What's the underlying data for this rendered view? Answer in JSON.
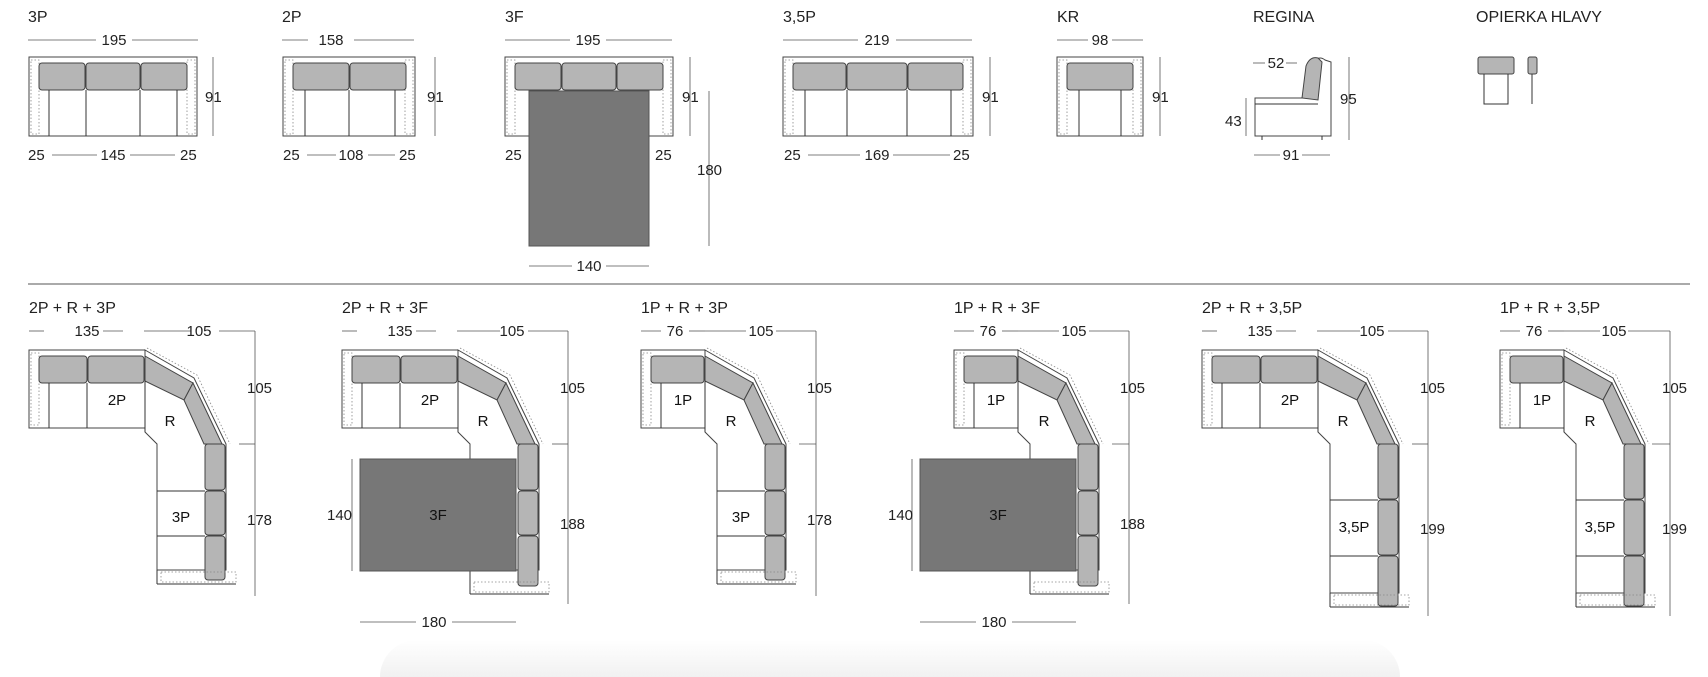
{
  "models": [
    {
      "name": "3P",
      "width": "195",
      "depth": "91",
      "arm_left": "25",
      "inner": "145",
      "arm_right": "25"
    },
    {
      "name": "2P",
      "width": "158",
      "depth": "91",
      "arm_left": "25",
      "inner": "108",
      "arm_right": "25"
    },
    {
      "name": "3F",
      "width": "195",
      "depth": "91",
      "arm_left": "25",
      "arm_right": "25",
      "bed_length": "180",
      "bed_width": "140"
    },
    {
      "name": "3,5P",
      "width": "219",
      "depth": "91",
      "arm_left": "25",
      "inner": "169",
      "arm_right": "25"
    },
    {
      "name": "KR",
      "width": "98",
      "depth": "91"
    }
  ],
  "regina": {
    "name": "REGINA",
    "top": "52",
    "seat_height": "43",
    "height": "95",
    "depth": "91"
  },
  "headrest": {
    "name": "OPIERKA HLAVY"
  },
  "corners": [
    {
      "name": "2P + R + 3P",
      "top": "135",
      "corner": "105",
      "side": "105",
      "length": "178",
      "labels": [
        "2P",
        "R",
        "3P"
      ]
    },
    {
      "name": "2P + R + 3F",
      "top": "135",
      "corner": "105",
      "side": "105",
      "length": "188",
      "labels": [
        "2P",
        "R",
        "3F"
      ],
      "bed_w": "140",
      "bed_l": "180"
    },
    {
      "name": "1P + R + 3P",
      "top": "76",
      "corner": "105",
      "side": "105",
      "length": "178",
      "labels": [
        "1P",
        "R",
        "3P"
      ]
    },
    {
      "name": "1P + R + 3F",
      "top": "76",
      "corner": "105",
      "side": "105",
      "length": "188",
      "labels": [
        "1P",
        "R",
        "3F"
      ],
      "bed_w": "140",
      "bed_l": "180"
    },
    {
      "name": "2P + R + 3,5P",
      "top": "135",
      "corner": "105",
      "side": "105",
      "length": "199",
      "labels": [
        "2P",
        "R",
        "3,5P"
      ]
    },
    {
      "name": "1P + R + 3,5P",
      "top": "76",
      "corner": "105",
      "side": "105",
      "length": "199",
      "labels": [
        "1P",
        "R",
        "3,5P"
      ]
    }
  ],
  "colors": {
    "cushion": "#b5b5b5",
    "bed": "#777777",
    "line": "#333333"
  }
}
